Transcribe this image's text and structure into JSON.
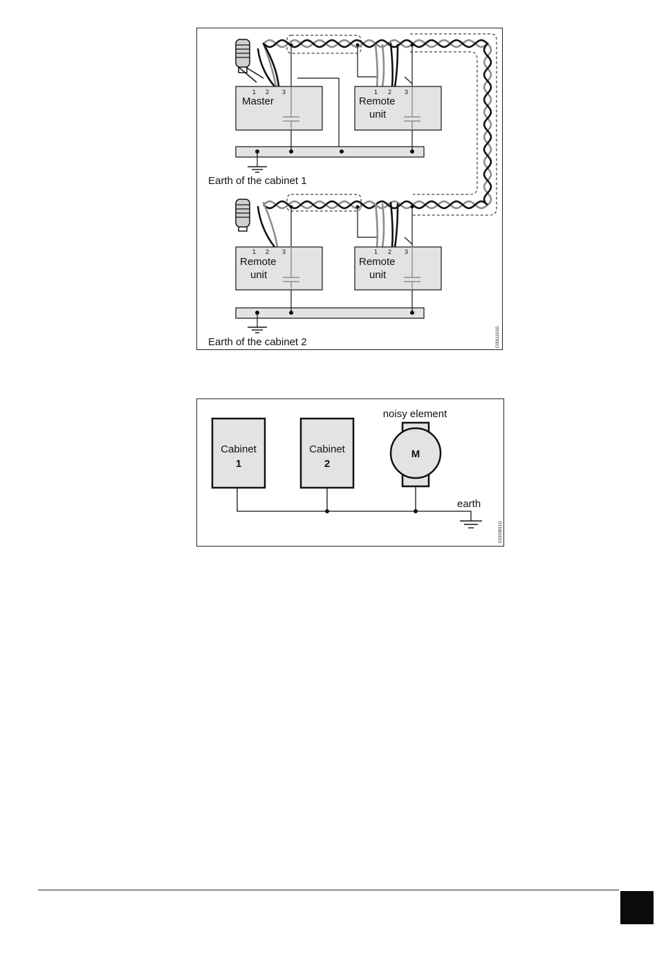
{
  "figure1": {
    "units": [
      {
        "name": "Master",
        "line2": "",
        "pins": [
          "1",
          "2",
          "3"
        ]
      },
      {
        "name": "Remote",
        "line2": "unit",
        "pins": [
          "1",
          "2",
          "3"
        ]
      },
      {
        "name": "Remote",
        "line2": "unit",
        "pins": [
          "1",
          "2",
          "3"
        ]
      },
      {
        "name": "Remote",
        "line2": "unit",
        "pins": [
          "1",
          "2",
          "3"
        ]
      }
    ],
    "cabinet1_label": "Earth of the cabinet 1",
    "cabinet2_label": "Earth of the cabinet 2",
    "figure_code": "C0011101G"
  },
  "figure2": {
    "cabinets": [
      {
        "line1": "Cabinet",
        "line2": "1"
      },
      {
        "line1": "Cabinet",
        "line2": "2"
      }
    ],
    "noisy_label": "noisy element",
    "motor_label": "M",
    "earth_label": "earth",
    "figure_code": "C0103011G"
  },
  "colors": {
    "box_fill": "#e3e3e3",
    "cable_dark": "#111111",
    "cable_grey": "#8c8c8c",
    "line": "#111111"
  }
}
